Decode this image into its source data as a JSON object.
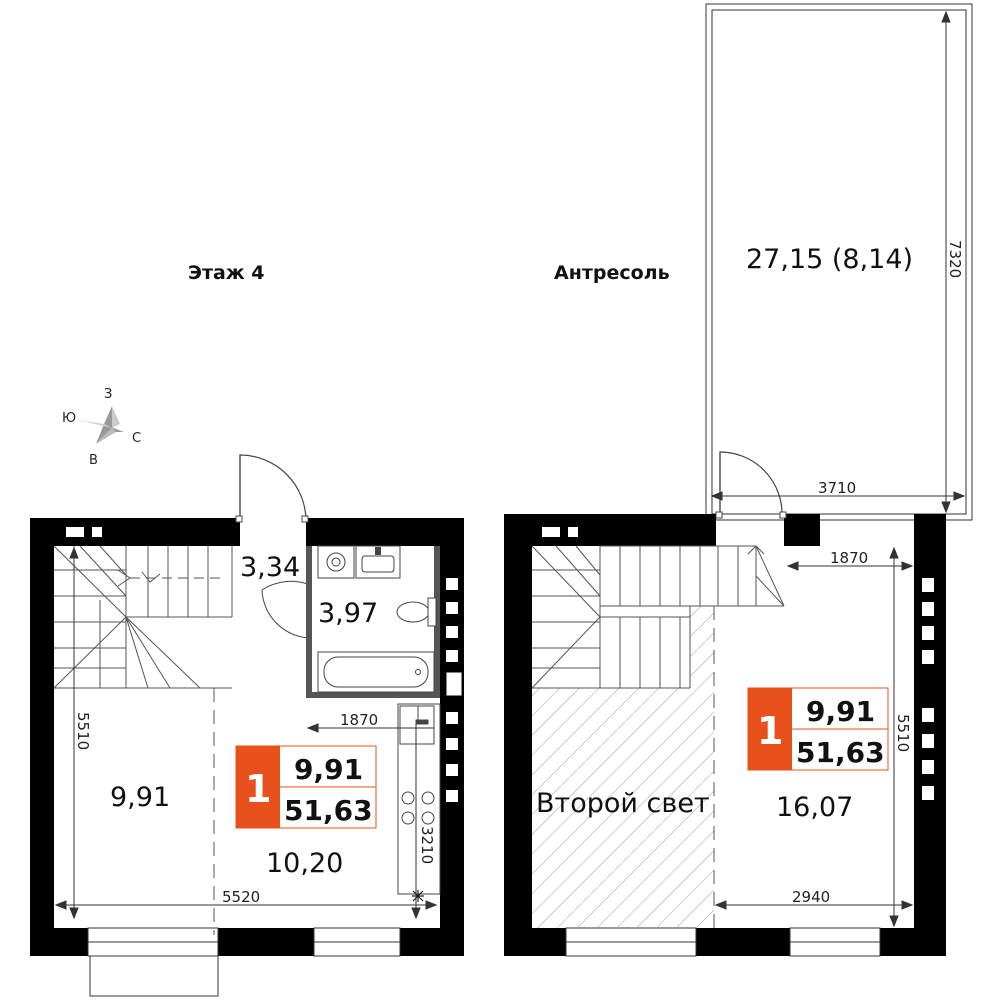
{
  "floor4": {
    "title": "Этаж 4",
    "rooms": {
      "hall": "3,34",
      "bathroom": "3,97",
      "bedroom": "9,91",
      "kitchen": "10,20"
    },
    "dimensions": {
      "height": "5510",
      "width": "5520",
      "kitchen_width": "1870",
      "kitchen_depth": "3210"
    },
    "badge": {
      "number": "1",
      "living": "9,91",
      "total": "51,63"
    }
  },
  "mezzanine": {
    "title": "Антресоль",
    "rooms": {
      "terrace": "27,15 (8,14)",
      "double_height": "Второй свет",
      "main": "16,07"
    },
    "dimensions": {
      "terrace_height": "7320",
      "terrace_width": "3710",
      "top_width": "1870",
      "height": "5510",
      "bottom_width": "2940"
    },
    "badge": {
      "number": "1",
      "living": "9,91",
      "total": "51,63"
    }
  },
  "compass": {
    "north": "С",
    "south": "Ю",
    "east": "В",
    "west": "З"
  },
  "colors": {
    "accent": "#e8501c",
    "wall": "#000000",
    "hatch": "#bdbdbd",
    "thin": "#555555"
  }
}
